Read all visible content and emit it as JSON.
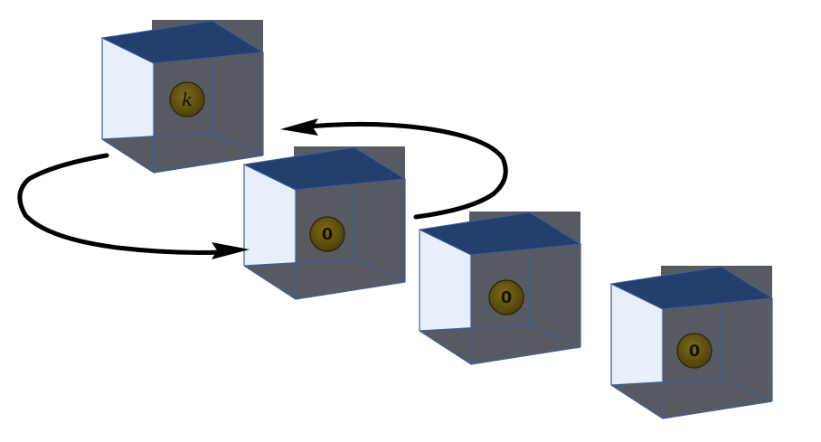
{
  "boxes": [
    {
      "label": "k",
      "italic": true
    },
    {
      "label": "0",
      "italic": false
    },
    {
      "label": "0",
      "italic": false
    },
    {
      "label": "0",
      "italic": false
    }
  ],
  "colors": {
    "top": "#243e6e",
    "left": "#e7eefb",
    "interior": "#575a60",
    "edge": "#3f5f9e",
    "ball": "#6b5a12",
    "ball_edge": "#2a2206",
    "arrow": "#000000"
  },
  "arrows": [
    {
      "name": "swap-arrow-upper",
      "direction": "right-to-left"
    },
    {
      "name": "swap-arrow-lower",
      "direction": "left-to-right"
    }
  ]
}
